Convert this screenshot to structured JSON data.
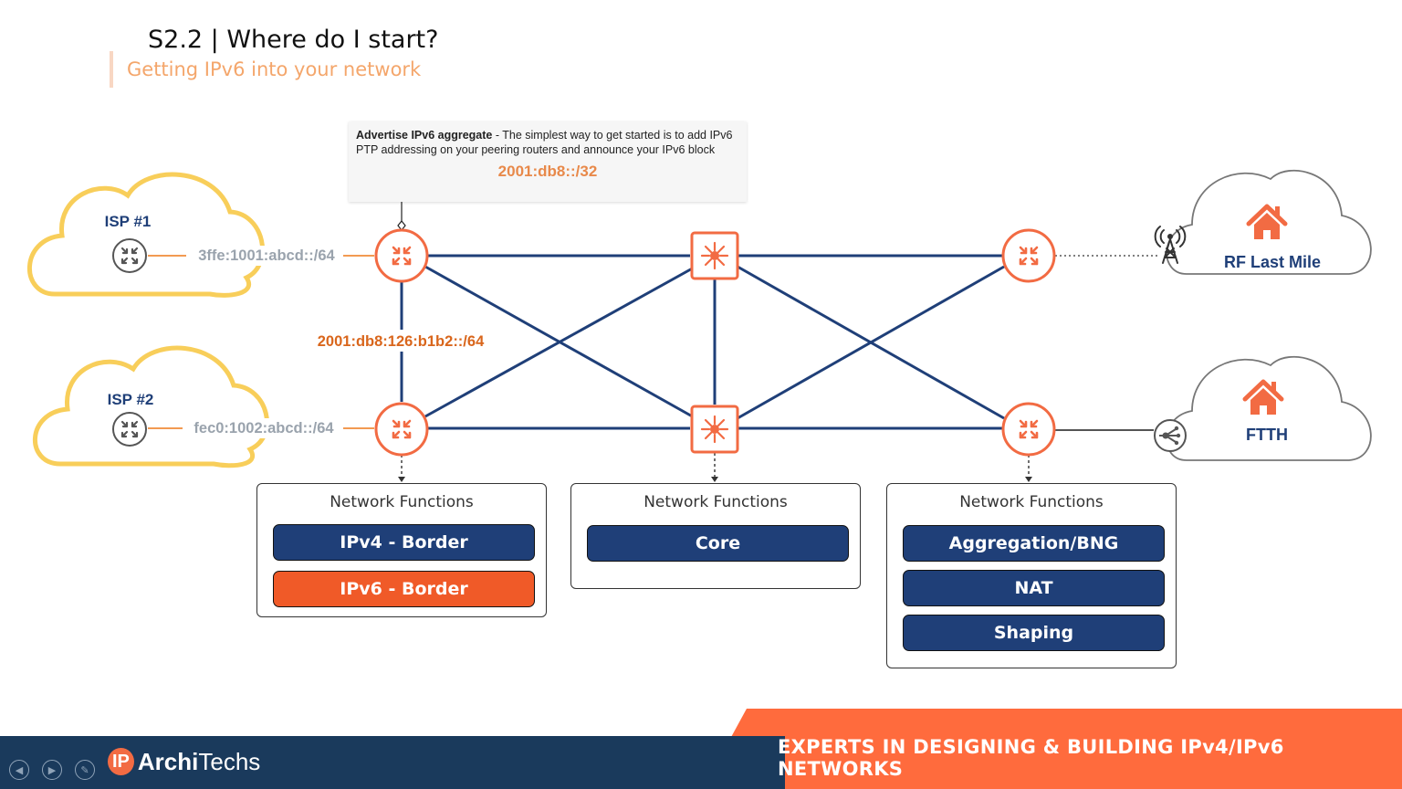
{
  "header": {
    "title": "S2.2 | Where do I start?",
    "subtitle": "Getting IPv6 into your network"
  },
  "callout": {
    "bold": "Advertise IPv6 aggregate",
    "text": " - The simplest way to get started is to add IPv6 PTP addressing on your peering routers and announce your IPv6 block",
    "prefix": "2001:db8::/32"
  },
  "clouds": {
    "isp1": "ISP #1",
    "isp2": "ISP #2",
    "rf": "RF Last Mile",
    "ftth": "FTTH"
  },
  "links": {
    "isp1_link": "3ffe:1001:abcd::/64",
    "isp2_link": "fec0:1002:abcd::/64",
    "border_link": "2001:db8:126:b1b2::/64"
  },
  "functions": {
    "header": "Network Functions",
    "border": [
      "IPv4 - Border",
      "IPv6 - Border"
    ],
    "core": [
      "Core"
    ],
    "edge": [
      "Aggregation/BNG",
      "NAT",
      "Shaping"
    ]
  },
  "footer": {
    "tagline": "EXPERTS IN DESIGNING & BUILDING IPv4/IPv6 NETWORKS",
    "logo_ip": "IP",
    "logo_bold": "Archi",
    "logo_rest": "Techs"
  },
  "colors": {
    "router": "#f26b43",
    "link": "#1f3f78",
    "isp_cloud": "#f7c948",
    "customer_cloud": "#777777",
    "footer_dark": "#1a3a5c",
    "footer_accent": "#ff6b3d"
  }
}
